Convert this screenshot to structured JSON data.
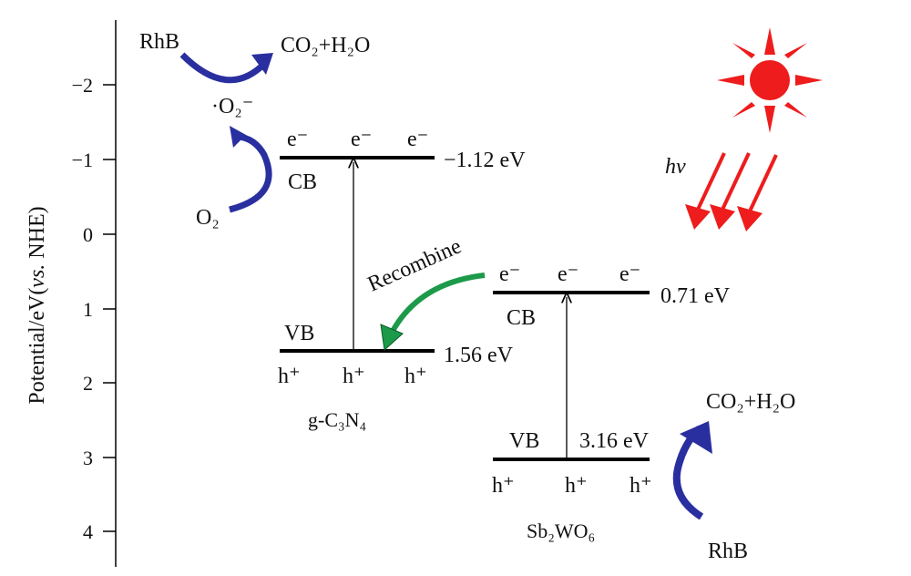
{
  "axis": {
    "label_pre": "Potential/eV(",
    "label_italic": "vs.",
    "label_post": " NHE)",
    "ticks": [
      "−2",
      "−1",
      "0",
      "1",
      "2",
      "3",
      "4"
    ]
  },
  "g_c3n4": {
    "name": "g-C₃N₄",
    "cb_label": "CB",
    "vb_label": "VB",
    "cb_value": "−1.12 eV",
    "vb_value": "1.56 eV",
    "electrons": [
      "e⁻",
      "e⁻",
      "e⁻"
    ],
    "holes": [
      "h⁺",
      "h⁺",
      "h⁺"
    ]
  },
  "sb2wo6": {
    "name": "Sb₂WO₆",
    "cb_label": "CB",
    "vb_label": "VB",
    "cb_value": "0.71 eV",
    "vb_value": "3.16 eV",
    "electrons": [
      "e⁻",
      "e⁻",
      "e⁻"
    ],
    "holes": [
      "h⁺",
      "h⁺",
      "h⁺"
    ]
  },
  "reactions": {
    "rhb_top": "RhB",
    "products_top": "CO₂+H₂O",
    "superoxide": "·O₂⁻",
    "o2": "O₂",
    "recombine": "Recombine",
    "products_bottom": "CO₂+H₂O",
    "rhb_bottom": "RhB",
    "light": "hv"
  },
  "colors": {
    "blue_arrow": "#2a2fa0",
    "green_arrow": "#1c9a4a",
    "sun": "#ee1c1c",
    "band": "#000000"
  }
}
